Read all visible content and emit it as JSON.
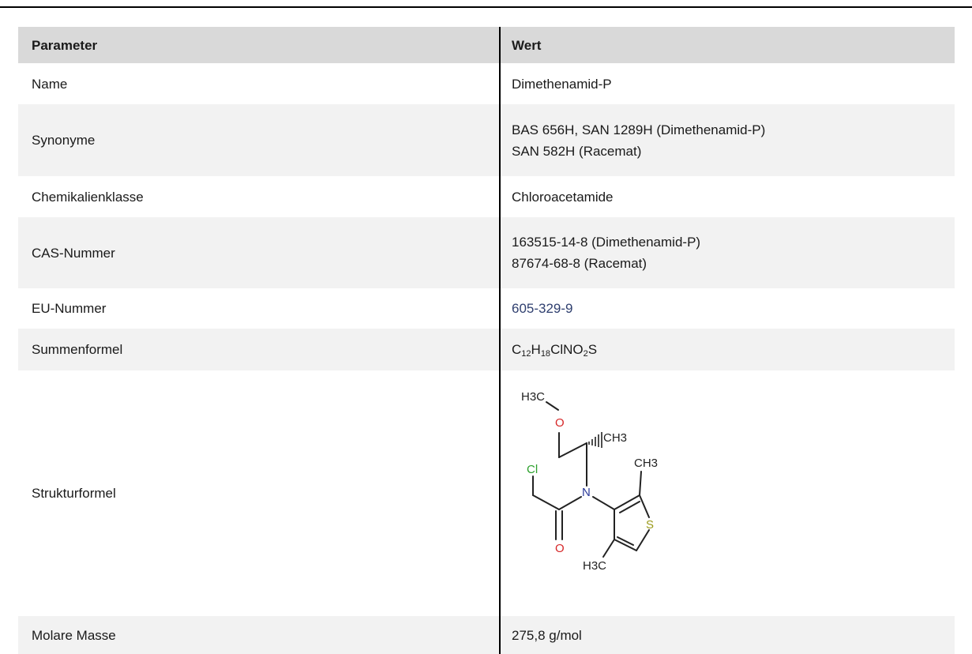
{
  "header": {
    "parameter_label": "Parameter",
    "value_label": "Wert"
  },
  "rows": [
    {
      "parameter": "Name",
      "value": "Dimethenamid-P"
    },
    {
      "parameter": "Synonyme",
      "value_lines": [
        "BAS 656H, SAN 1289H (Dimethenamid-P)",
        "SAN 582H (Racemat)"
      ]
    },
    {
      "parameter": "Chemikalienklasse",
      "value": "Chloroacetamide"
    },
    {
      "parameter": "CAS-Nummer",
      "value_lines": [
        "163515-14-8 (Dimethenamid-P)",
        "87674-68-8 (Racemat)"
      ]
    },
    {
      "parameter": "EU-Nummer",
      "value": "605-329-9"
    },
    {
      "parameter": "Summenformel",
      "formula_parts": [
        "C",
        "12",
        "H",
        "18",
        "ClNO",
        "2",
        "S"
      ]
    },
    {
      "parameter": "Strukturformel",
      "atom_labels": {
        "methyl_top": "H3C",
        "oxygen_ether": "O",
        "methyl_chiral": "CH3",
        "chlorine": "Cl",
        "methyl_ring": "CH3",
        "nitrogen": "N",
        "sulfur": "S",
        "oxygen_carbonyl": "O",
        "methyl_bottom": "H3C"
      }
    },
    {
      "parameter": "Molare Masse",
      "value": "275,8 g/mol"
    }
  ],
  "colors": {
    "header_bg": "#d9d9d9",
    "shaded_row_bg": "#f2f2f2",
    "oxygen": "#d62728",
    "nitrogen": "#2b3a9a",
    "chlorine": "#2ca02c",
    "sulfur": "#9a9a1a",
    "link": "#2f3f6f"
  }
}
